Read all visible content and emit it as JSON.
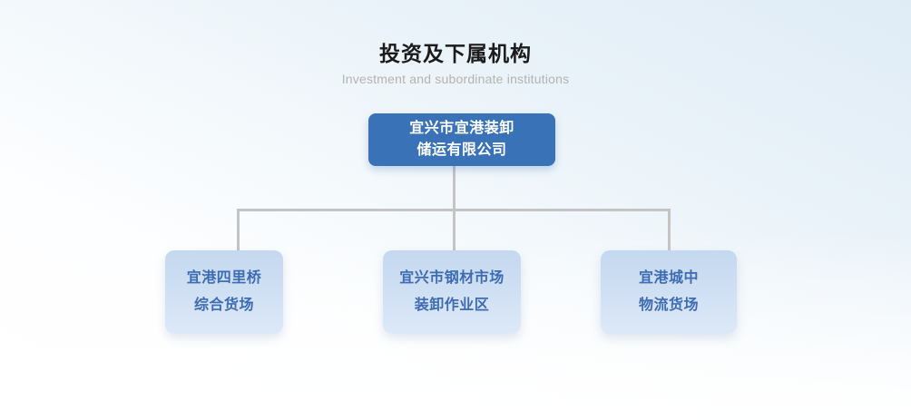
{
  "header": {
    "title": "投资及下属机构",
    "subtitle": "Investment and subordinate institutions"
  },
  "colors": {
    "root_fill": "#3a72b8",
    "root_text": "#ffffff",
    "child_fill_top": "#c4d8ef",
    "child_fill_bottom": "#dde9f8",
    "child_text": "#3d6cb3",
    "connector": "#c4c4c4",
    "background_top": "#e3eef6",
    "background_bottom": "#ffffff",
    "title_text": "#1b1b1b",
    "subtitle_text": "#b3b3b3"
  },
  "org_chart": {
    "root": {
      "line1": "宜兴市宜港装卸",
      "line2": "储运有限公司",
      "full_name": "宜兴市宜港装卸储运有限公司"
    },
    "children": [
      {
        "line1": "宜港四里桥",
        "line2": "综合货场",
        "full_name": "宜港四里桥综合货场"
      },
      {
        "line1": "宜兴市钢材市场",
        "line2": "装卸作业区",
        "full_name": "宜兴市钢材市场装卸作业区"
      },
      {
        "line1": "宜港城中",
        "line2": "物流货场",
        "full_name": "宜港城中物流货场"
      }
    ]
  }
}
